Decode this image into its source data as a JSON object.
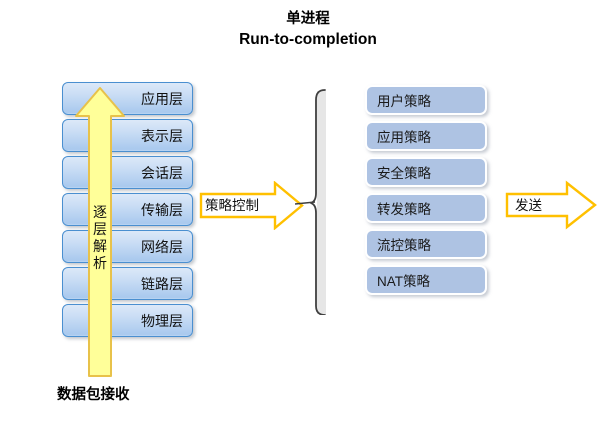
{
  "title": {
    "line1": "单进程",
    "line2": "Run-to-completion"
  },
  "osi_stack": {
    "caption": "数据包接收",
    "layers": [
      {
        "label": "应用层"
      },
      {
        "label": "表示层"
      },
      {
        "label": "会话层"
      },
      {
        "label": "传输层"
      },
      {
        "label": "网络层"
      },
      {
        "label": "链路层"
      },
      {
        "label": "物理层"
      }
    ],
    "arrow": {
      "name": "upward-parse-arrow",
      "text_chars": [
        "逐",
        "层",
        "解",
        "析"
      ],
      "fill": "#ffff99",
      "stroke": "#e8c24a"
    }
  },
  "policy_arrow": {
    "label": "策略控制",
    "fill": "#ffffff",
    "stroke": "#ffc000"
  },
  "brace": {
    "name": "left-curly-brace",
    "stroke": "#3f3f3f",
    "fill": "#e6e6e6"
  },
  "policy_list": {
    "items": [
      {
        "label": "用户策略"
      },
      {
        "label": "应用策略"
      },
      {
        "label": "安全策略"
      },
      {
        "label": "转发策略"
      },
      {
        "label": "流控策略"
      },
      {
        "label": "NAT策略"
      }
    ],
    "fill": "#aec3e3",
    "border": "#ffffff"
  },
  "send_arrow": {
    "label": "发送",
    "fill": "#ffffff",
    "stroke": "#ffc000"
  },
  "colors": {
    "box_border": "#4a8fd0",
    "box_gradient_top": "#dce9f8",
    "box_gradient_bottom": "#a9c9ee",
    "background": "#ffffff",
    "text": "#000000"
  }
}
